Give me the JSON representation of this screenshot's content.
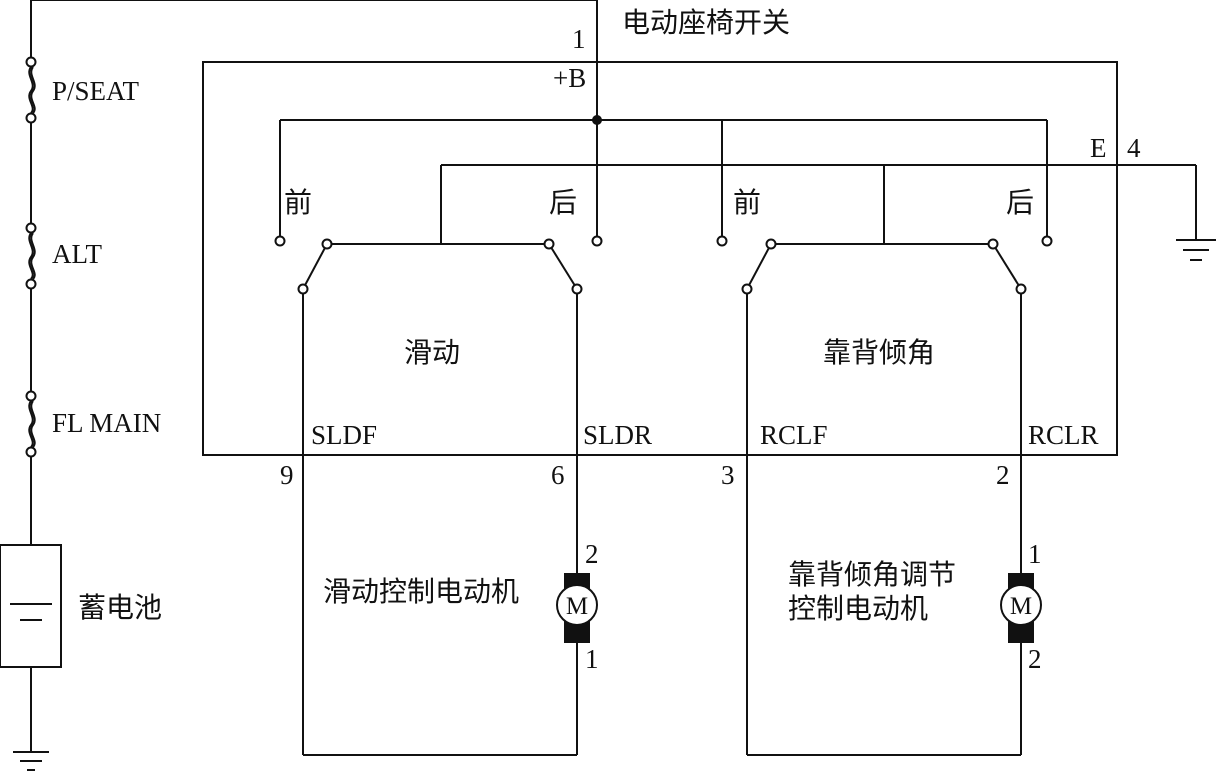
{
  "switch_title": "电动座椅开关",
  "fuses": {
    "pseat": "P/SEAT",
    "alt": "ALT",
    "fl_main": "FL MAIN"
  },
  "battery_label": "蓄电池",
  "terminals": {
    "t1_num": "1",
    "b_plus": "+B",
    "e_label": "E",
    "t4_num": "4",
    "sldf": "SLDF",
    "sldr": "SLDR",
    "rclf": "RCLF",
    "rclr": "RCLR",
    "pin9": "9",
    "pin6": "6",
    "pin3": "3",
    "pin2": "2"
  },
  "switch_positions": {
    "front": "前",
    "rear": "后"
  },
  "sections": {
    "slide": "滑动",
    "recline": "靠背倾角"
  },
  "motors": {
    "symbol": "M",
    "slide": {
      "label": "滑动控制电动机",
      "pin_top": "2",
      "pin_bottom": "1"
    },
    "recline": {
      "label_line1": "靠背倾角调节",
      "label_line2": "控制电动机",
      "pin_top": "1",
      "pin_bottom": "2"
    }
  }
}
